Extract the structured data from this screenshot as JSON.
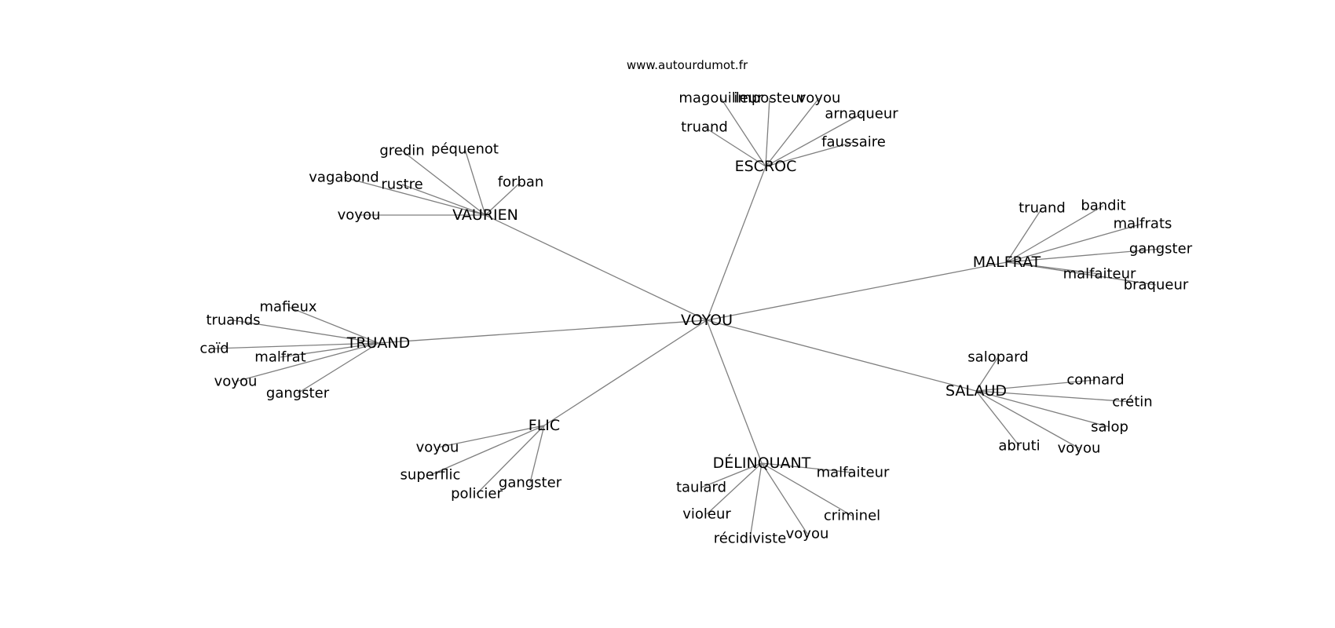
{
  "source": "www.autourdumot.fr",
  "colors": {
    "edge": "#7f7f7f",
    "text": "#000000",
    "background": "#ffffff"
  },
  "center": {
    "label": "VOYOU"
  },
  "hubs": [
    {
      "id": "escroc",
      "label": "ESCROC",
      "leaves": [
        "magouilleur",
        "imposteur",
        "voyou",
        "arnaqueur",
        "truand",
        "faussaire"
      ]
    },
    {
      "id": "vaurien",
      "label": "VAURIEN",
      "leaves": [
        "gredin",
        "péquenot",
        "vagabond",
        "rustre",
        "forban",
        "voyou"
      ]
    },
    {
      "id": "malfrat",
      "label": "MALFRAT",
      "leaves": [
        "truand",
        "bandit",
        "malfrats",
        "gangster",
        "malfaiteur",
        "braqueur"
      ]
    },
    {
      "id": "truand",
      "label": "TRUAND",
      "leaves": [
        "mafieux",
        "truands",
        "caïd",
        "malfrat",
        "voyou",
        "gangster"
      ]
    },
    {
      "id": "salaud",
      "label": "SALAUD",
      "leaves": [
        "salopard",
        "connard",
        "crétin",
        "salop",
        "abruti",
        "voyou"
      ]
    },
    {
      "id": "flic",
      "label": "FLIC",
      "leaves": [
        "voyou",
        "superflic",
        "policier",
        "gangster"
      ]
    },
    {
      "id": "delinquant",
      "label": "DÉLINQUANT",
      "leaves": [
        "malfaiteur",
        "taulard",
        "violeur",
        "criminel",
        "récidiviste",
        "voyou"
      ]
    }
  ]
}
